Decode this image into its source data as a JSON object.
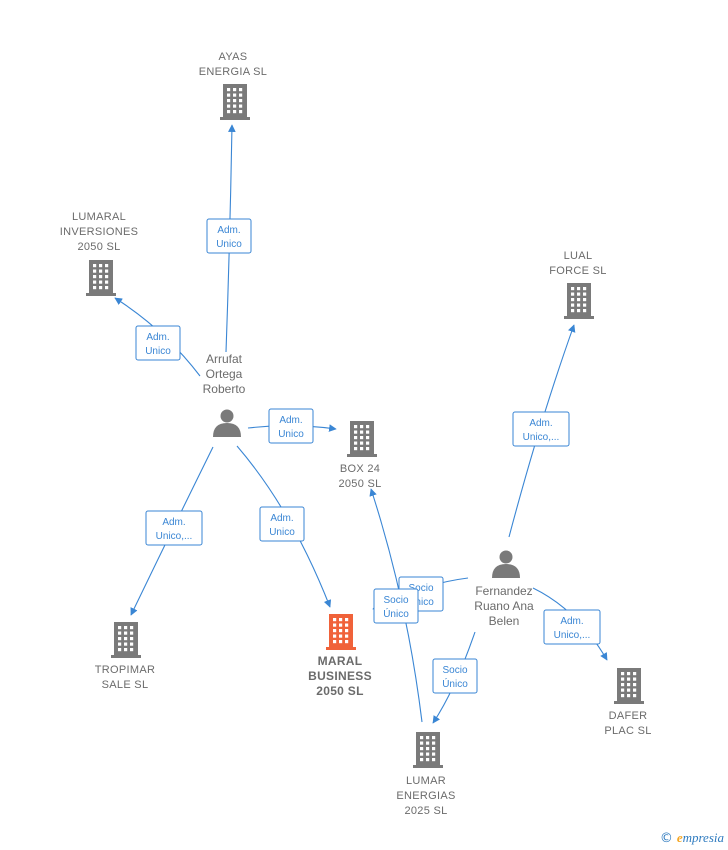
{
  "nodes": [
    {
      "id": "ayas",
      "type": "company",
      "lines": [
        "AYAS",
        "ENERGIA  SL"
      ]
    },
    {
      "id": "lumaral",
      "type": "company",
      "lines": [
        "LUMARAL",
        "INVERSIONES",
        "2050  SL"
      ]
    },
    {
      "id": "lual",
      "type": "company",
      "lines": [
        "LUAL",
        "FORCE  SL"
      ]
    },
    {
      "id": "arrufat",
      "type": "person",
      "lines": [
        "Arrufat",
        "Ortega",
        "Roberto"
      ]
    },
    {
      "id": "box24",
      "type": "company",
      "lines": [
        "BOX 24",
        "2050  SL"
      ]
    },
    {
      "id": "fernandez",
      "type": "person",
      "lines": [
        "Fernandez",
        "Ruano Ana",
        "Belen"
      ]
    },
    {
      "id": "tropimar",
      "type": "company",
      "lines": [
        "TROPIMAR",
        "SALE  SL"
      ]
    },
    {
      "id": "maral",
      "type": "company",
      "main": true,
      "lines": [
        "MARAL",
        "BUSINESS",
        "2050  SL"
      ]
    },
    {
      "id": "dafer",
      "type": "company",
      "lines": [
        "DAFER",
        "PLAC SL"
      ]
    },
    {
      "id": "lumar",
      "type": "company",
      "lines": [
        "LUMAR",
        "ENERGIAS",
        "2025 SL"
      ]
    }
  ],
  "edges": [
    {
      "from": "arrufat",
      "to": "ayas",
      "label": [
        "Adm.",
        "Unico"
      ]
    },
    {
      "from": "arrufat",
      "to": "lumaral",
      "label": [
        "Adm.",
        "Unico"
      ]
    },
    {
      "from": "arrufat",
      "to": "box24",
      "label": [
        "Adm.",
        "Unico"
      ]
    },
    {
      "from": "arrufat",
      "to": "tropimar",
      "label": [
        "Adm.",
        "Unico,..."
      ]
    },
    {
      "from": "arrufat",
      "to": "maral",
      "label": [
        "Adm.",
        "Unico"
      ]
    },
    {
      "from": "fernandez",
      "to": "lual",
      "label": [
        "Adm.",
        "Unico,..."
      ]
    },
    {
      "from": "fernandez",
      "to": "box24",
      "label": [
        "Socio",
        "Único"
      ]
    },
    {
      "from": "lumar",
      "to": "box24",
      "label": [
        "Socio",
        "Único"
      ]
    },
    {
      "from": "fernandez",
      "to": "lumar",
      "label": [
        "Socio",
        "Único"
      ]
    },
    {
      "from": "fernandez",
      "to": "dafer",
      "label": [
        "Adm.",
        "Unico,..."
      ]
    }
  ],
  "colors": {
    "edge": "#3a86d4",
    "node": "#7a7a7a",
    "main_node": "#f0623a"
  },
  "footer": {
    "copyright": "©",
    "brand_initial": "e",
    "brand_rest": "mpresia"
  }
}
